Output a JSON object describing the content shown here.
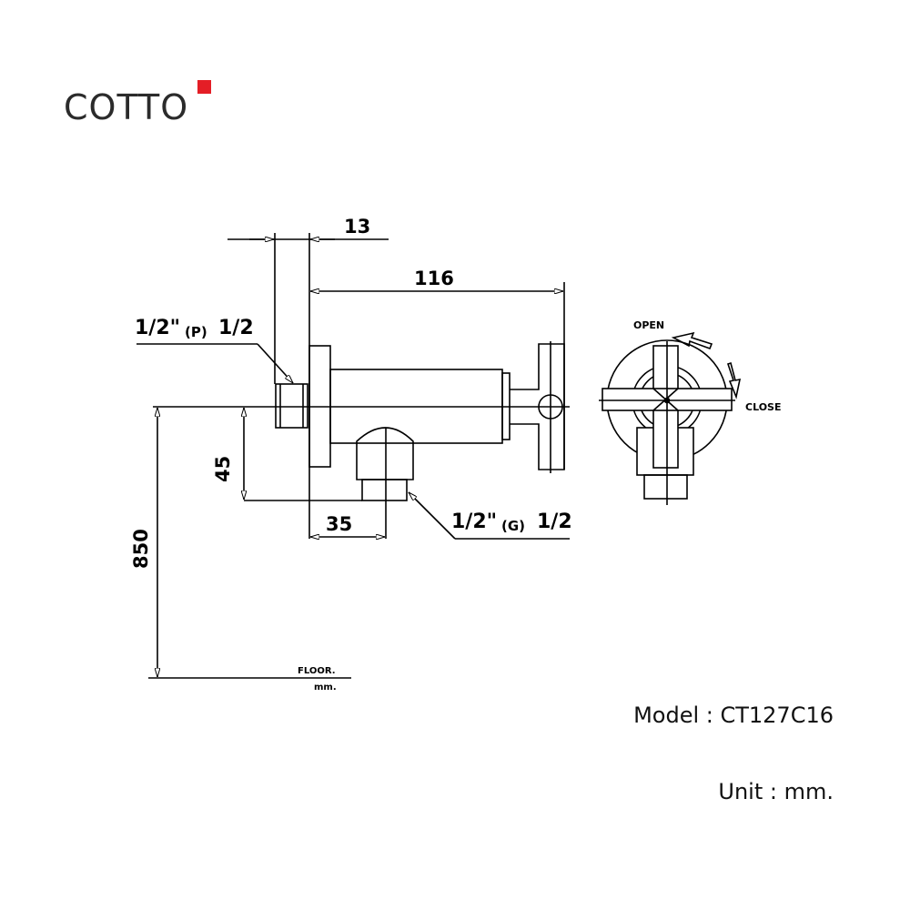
{
  "brand": {
    "name": "COTTO",
    "accent_color": "#e41e26"
  },
  "drawing": {
    "dimensions": {
      "d13": "13",
      "d116": "116",
      "d45": "45",
      "d35": "35",
      "d850": "850"
    },
    "labels": {
      "inlet_fraction_a": "1/2\"",
      "inlet_type": "(P)",
      "inlet_fraction_b": "1/2",
      "outlet_fraction_a": "1/2\"",
      "outlet_type": "(G)",
      "outlet_fraction_b": "1/2",
      "floor": "FLOOR.",
      "floor_unit": "mm.",
      "open": "OPEN",
      "close": "CLOSE"
    }
  },
  "info": {
    "model": "Model : CT127C16",
    "unit": "Unit : mm."
  }
}
